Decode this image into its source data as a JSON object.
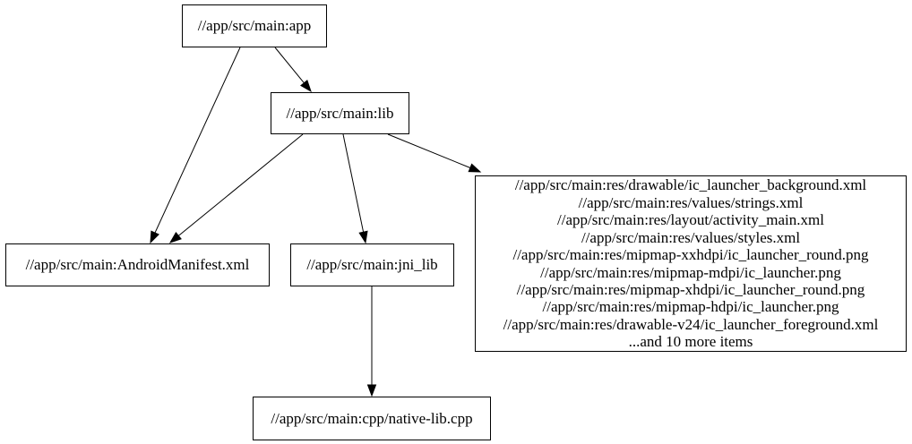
{
  "diagram": {
    "type": "directed-dependency-graph",
    "colors": {
      "background": "#ffffff",
      "node_fill": "#ffffff",
      "node_border": "#000000",
      "edge": "#000000",
      "text": "#000000"
    },
    "nodes": {
      "app": {
        "label": "//app/src/main:app"
      },
      "lib": {
        "label": "//app/src/main:lib"
      },
      "manifest": {
        "label": "//app/src/main:AndroidManifest.xml"
      },
      "jni_lib": {
        "label": "//app/src/main:jni_lib"
      },
      "native_lib": {
        "label": "//app/src/main:cpp/native-lib.cpp"
      },
      "resources": {
        "lines": [
          "//app/src/main:res/drawable/ic_launcher_background.xml",
          "//app/src/main:res/values/strings.xml",
          "//app/src/main:res/layout/activity_main.xml",
          "//app/src/main:res/values/styles.xml",
          "//app/src/main:res/mipmap-xxhdpi/ic_launcher_round.png",
          "//app/src/main:res/mipmap-mdpi/ic_launcher.png",
          "//app/src/main:res/mipmap-xhdpi/ic_launcher_round.png",
          "//app/src/main:res/mipmap-hdpi/ic_launcher.png",
          "//app/src/main:res/drawable-v24/ic_launcher_foreground.xml",
          "...and 10 more items"
        ]
      }
    },
    "edges": [
      {
        "from": "//app/src/main:app",
        "to": "//app/src/main:lib"
      },
      {
        "from": "//app/src/main:app",
        "to": "//app/src/main:AndroidManifest.xml"
      },
      {
        "from": "//app/src/main:lib",
        "to": "//app/src/main:AndroidManifest.xml"
      },
      {
        "from": "//app/src/main:lib",
        "to": "//app/src/main:jni_lib"
      },
      {
        "from": "//app/src/main:lib",
        "to": "resources-file-group"
      },
      {
        "from": "//app/src/main:jni_lib",
        "to": "//app/src/main:cpp/native-lib.cpp"
      }
    ]
  }
}
